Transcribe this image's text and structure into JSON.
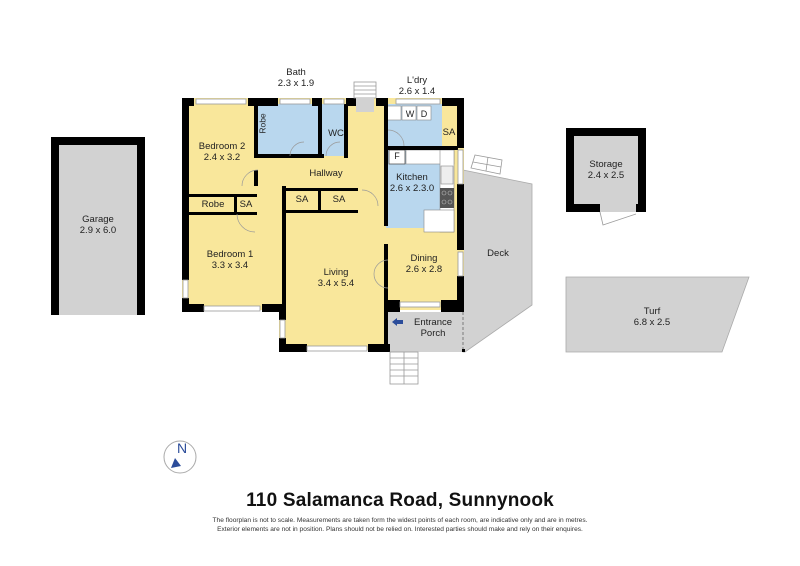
{
  "plan": {
    "title": "110 Salamanca Road, Sunnynook",
    "disclaimer": [
      "The floorplan is not to scale. Measurements are taken form the widest points of each room, are indicative only and are in metres.",
      "Exterior elements are not in position. Plans should not be relied on. Interested parties should make and rely on their enquires."
    ],
    "compass": {
      "label": "N",
      "icon": "north-compass-icon"
    },
    "colors": {
      "wall": "#000000",
      "living_area": "#f9e79b",
      "wet_area": "#b9d7ee",
      "exterior": "#d2d2d2",
      "compass_accent": "#2b4c9a"
    },
    "rooms": [
      {
        "name": "Bath",
        "size": "2.3 x 1.9"
      },
      {
        "name": "L'dry",
        "size": "2.6 x 1.4"
      },
      {
        "name": "Bedroom 2",
        "size": "2.4 x 3.2"
      },
      {
        "name": "Robe",
        "size": ""
      },
      {
        "name": "WC",
        "size": ""
      },
      {
        "name": "Hallway",
        "size": ""
      },
      {
        "name": "Kitchen",
        "size": "2.6 x 2.3.0"
      },
      {
        "name": "Robe",
        "size": ""
      },
      {
        "name": "SA",
        "size": ""
      },
      {
        "name": "Bedroom 1",
        "size": "3.3 x 3.4"
      },
      {
        "name": "Living",
        "size": "3.4 x 5.4"
      },
      {
        "name": "Dining",
        "size": "2.6 x 2.8"
      },
      {
        "name": "Entrance",
        "size": "Porch"
      },
      {
        "name": "Garage",
        "size": "2.9 x 6.0"
      },
      {
        "name": "Storage",
        "size": "2.4 x 2.5"
      },
      {
        "name": "Deck",
        "size": ""
      },
      {
        "name": "Turf",
        "size": "6.8 x 2.5"
      }
    ],
    "fixtures": {
      "washer": "W",
      "dryer": "D",
      "fridge": "F",
      "store_area": "SA"
    }
  }
}
